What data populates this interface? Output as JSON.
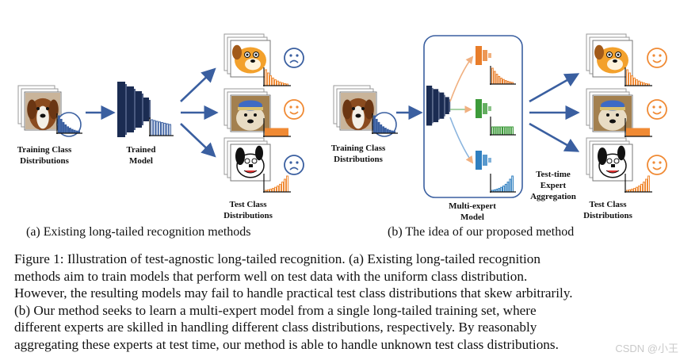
{
  "panel_a": {
    "label_training": [
      "Training Class",
      "Distributions"
    ],
    "label_model": [
      "Trained",
      "Model"
    ],
    "label_test": [
      "Test Class",
      "Distributions"
    ],
    "caption": "(a) Existing long-tailed recognition methods",
    "outcomes": [
      "sad-face",
      "happy-face",
      "sad-face"
    ]
  },
  "panel_b": {
    "label_training": [
      "Training Class",
      "Distributions"
    ],
    "label_model": [
      "Multi-expert",
      "Model"
    ],
    "label_aggregation": [
      "Test-time",
      "Expert",
      "Aggregation"
    ],
    "label_test": [
      "Test Class",
      "Distributions"
    ],
    "caption": "(b) The idea of our proposed method",
    "outcomes": [
      "happy-face",
      "happy-face",
      "happy-face"
    ]
  },
  "colors": {
    "arrow": "#3a5fa0",
    "network": "#1b2c52",
    "histogram": "#f08a34",
    "face": "#f08a34",
    "expert_orange": "#e87d2a",
    "expert_green": "#3d9b3a",
    "expert_blue": "#2f7fc0"
  },
  "caption": {
    "lines": [
      "Figure 1: Illustration of test-agnostic long-tailed recognition. (a) Existing long-tailed recognition",
      "methods aim to train models that perform well on test data with the uniform class distribution.",
      "However, the resulting models may fail to handle practical test class distributions that skew arbitrarily.",
      "(b) Our method seeks to learn a multi-expert model from a single long-tailed training set, where",
      "different experts are skilled in handling different class distributions, respectively. By reasonably",
      "aggregating these experts at test time, our method is able to handle unknown test class distributions."
    ]
  },
  "watermark": "CSDN @小王"
}
